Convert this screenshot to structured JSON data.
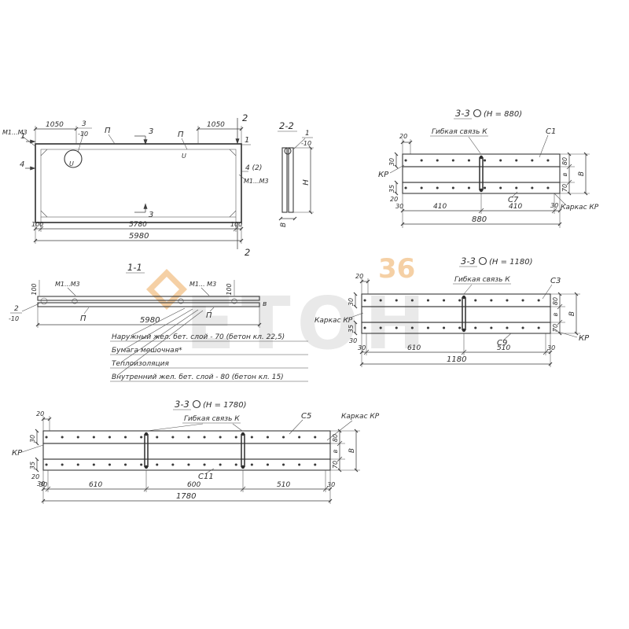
{
  "watermark": {
    "accent_text": "36",
    "gray_text": "ЕТОН"
  },
  "plan": {
    "dim_1050_left": "1050",
    "dim_1050_right": "1050",
    "dim_100_left": "100",
    "dim_5780": "5780",
    "dim_100_right": "100",
    "dim_5980": "5980",
    "mark_1_left": "1",
    "mark_1_right": "1",
    "mark_2_top": "2",
    "mark_2_bottom": "2",
    "mark_3_top": "3",
    "mark_3_bottom": "3",
    "mark_4_left": "4",
    "mark_4_right": "4 (2)",
    "detail_num": "3",
    "detail_den": "-10",
    "m1m3_left": "М1...М3",
    "m1m3_right": "М1...М3",
    "p_left": "П",
    "p_right": "П",
    "u_mark": "U"
  },
  "section22": {
    "title": "2-2",
    "detail_num": "1",
    "detail_den": "-10",
    "height_label": "Н",
    "width_label": "В"
  },
  "section11": {
    "title": "1-1",
    "dim_100_left": "100",
    "dim_100_right": "100",
    "dim_5980": "5980",
    "m1m3_left": "М1...М3",
    "m1m3_right": "М1... М3",
    "p_left": "П",
    "p_right": "П",
    "detail_num": "2",
    "detail_den": "-10",
    "width_label": "в"
  },
  "materials": {
    "line1": "Наружный жел. бет. слой - 70 (бетон кл. 22,5)",
    "line2": "Бумага мешочная*",
    "line3": "Теплоизоляция",
    "line4": "Внутренний жел. бет. слой - 80 (бетон кл. 15)"
  },
  "s880": {
    "name": "3-3",
    "height_note": "(Н = 880)",
    "tie_label": "Гибкая связь К",
    "mesh_top": "С1",
    "mesh_bottom": "С7",
    "kr": "КР",
    "karkas": "Каркас КР",
    "d20_top": "20",
    "d30_left": "30",
    "d35_left": "35",
    "d20_bl": "20",
    "d30_bl": "30",
    "d410a": "410",
    "d410b": "410",
    "d30_right": "30",
    "total": "880",
    "d80": "80",
    "dv_small": "в",
    "dv_big": "В",
    "d70": "70"
  },
  "s1180": {
    "name": "3-3",
    "height_note": "(Н = 1180)",
    "tie_label": "Гибкая связь К",
    "mesh_top": "С3",
    "mesh_bottom": "С9",
    "kr": "КР",
    "karkas": "Каркас КР",
    "d20_top": "20",
    "d30_left": "30",
    "d35_left": "35",
    "d30_bl": "30",
    "d30a": "30",
    "d610": "610",
    "d510": "510",
    "d30b": "30",
    "total": "1180",
    "d80": "80",
    "dv_small": "в",
    "dv_big": "В",
    "d70": "70"
  },
  "s1780": {
    "name": "3-3",
    "height_note": "(Н = 1780)",
    "tie_label": "Гибкая связь К",
    "mesh_top": "С5",
    "mesh_bottom": "С11",
    "kr": "КР",
    "karkas": "Каркас КР",
    "d20_top": "20",
    "d30_left": "30",
    "d35_left": "35",
    "d20_bl": "20",
    "d30_bl": "30",
    "d30a": "30",
    "d610": "610",
    "d600": "600",
    "d510": "510",
    "d30b": "30",
    "total": "1780",
    "d80": "80",
    "dv_small": "в",
    "dv_big": "В",
    "d70": "70"
  }
}
